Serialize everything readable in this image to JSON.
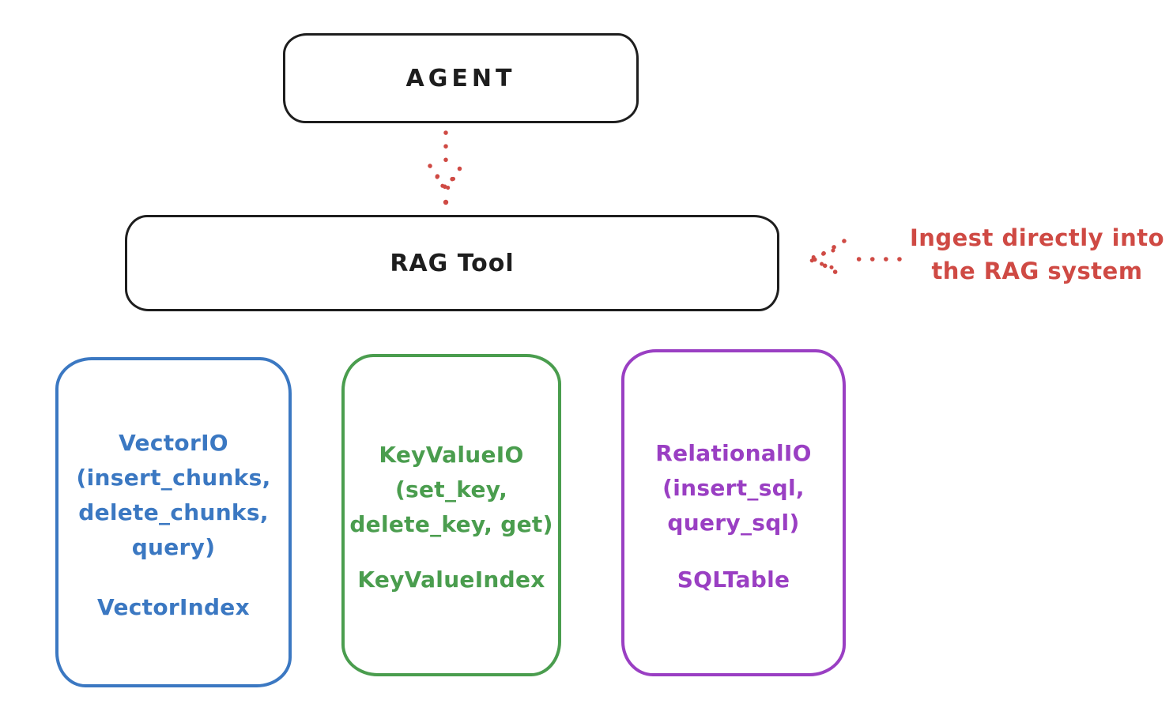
{
  "diagram": {
    "background": "#ffffff",
    "nodes": {
      "agent": {
        "label": "AGENT"
      },
      "rag_tool": {
        "label": "RAG Tool"
      }
    },
    "annotation": {
      "line1": "Ingest directly into",
      "line2": "the RAG system"
    },
    "arrows": [
      {
        "name": "agent-to-rag-tool",
        "style": "dotted",
        "direction": "down",
        "color": "#cf4a44"
      },
      {
        "name": "annotation-to-rag-tool",
        "style": "dotted",
        "direction": "left",
        "color": "#cf4a44"
      }
    ],
    "backends": [
      {
        "name": "VectorIO",
        "method_lines": [
          "(insert_chunks,",
          "delete_chunks,",
          "query)"
        ],
        "index": "VectorIndex",
        "color": "#3b78c2"
      },
      {
        "name": "KeyValueIO",
        "method_lines": [
          "(set_key,",
          "delete_key, get)"
        ],
        "index": "KeyValueIndex",
        "color": "#4a9d4e"
      },
      {
        "name": "RelationalIO",
        "method_lines": [
          "(insert_sql,",
          "query_sql)"
        ],
        "index": "SQLTable",
        "color": "#9a3fc3"
      }
    ],
    "colors": {
      "ink": "#1e1e1e",
      "accent_red": "#cf4a44",
      "vector_blue": "#3b78c2",
      "keyvalue_green": "#4a9d4e",
      "relational_purple": "#9a3fc3"
    }
  }
}
